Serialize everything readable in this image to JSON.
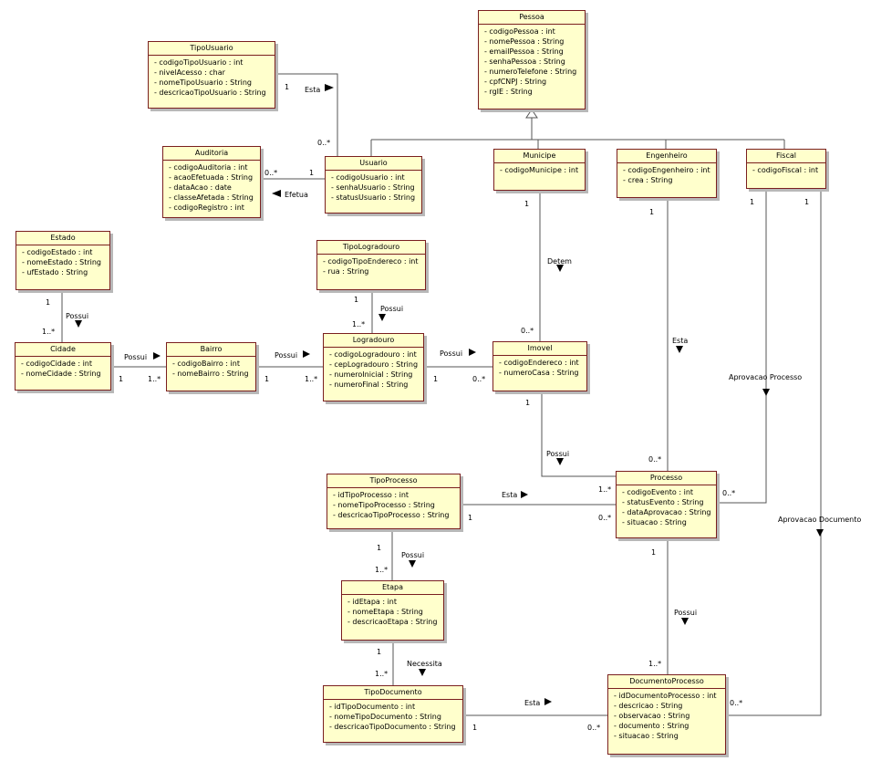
{
  "classes": {
    "pessoa": {
      "name": "Pessoa",
      "attrs": [
        "- codigoPessoa : int",
        "- nomePessoa : String",
        "- emailPessoa : String",
        "- senhaPessoa : String",
        "- numeroTelefone : String",
        "- cpfCNPJ : String",
        "- rgIE : String"
      ]
    },
    "tipoUsuario": {
      "name": "TipoUsuario",
      "attrs": [
        "- codigoTipoUsuario : int",
        "- nivelAcesso : char",
        "- nomeTipoUsuario : String",
        "- descricaoTipoUsuario : String"
      ]
    },
    "auditoria": {
      "name": "Auditoria",
      "attrs": [
        "- codigoAuditoria : int",
        "- acaoEfetuada : String",
        "- dataAcao : date",
        "- classeAfetada : String",
        "- codigoRegistro : int"
      ]
    },
    "usuario": {
      "name": "Usuario",
      "attrs": [
        "- codigoUsuario : int",
        "- senhaUsuario : String",
        "- statusUsuario : String"
      ]
    },
    "municipe": {
      "name": "Municipe",
      "attrs": [
        "- codigoMunicipe : int"
      ]
    },
    "engenheiro": {
      "name": "Engenheiro",
      "attrs": [
        "- codigoEngenheiro : int",
        "- crea : String"
      ]
    },
    "fiscal": {
      "name": "Fiscal",
      "attrs": [
        "- codigoFiscal : int"
      ]
    },
    "estado": {
      "name": "Estado",
      "attrs": [
        "- codigoEstado : int",
        "- nomeEstado : String",
        "- ufEstado : String"
      ]
    },
    "tipoLogradouro": {
      "name": "TipoLogradouro",
      "attrs": [
        "- codigoTipoEndereco : int",
        "- rua : String"
      ]
    },
    "cidade": {
      "name": "Cidade",
      "attrs": [
        "- codigoCidade : int",
        "- nomeCidade : String"
      ]
    },
    "bairro": {
      "name": "Bairro",
      "attrs": [
        "- codigoBairro : int",
        "- nomeBairro : String"
      ]
    },
    "logradouro": {
      "name": "Logradouro",
      "attrs": [
        "- codigoLogradouro : int",
        "- cepLogradouro : String",
        "- numeroInicial : String",
        "- numeroFinal : String"
      ]
    },
    "imovel": {
      "name": "Imovel",
      "attrs": [
        "- codigoEndereco : int",
        "- numeroCasa : String"
      ]
    },
    "tipoProcesso": {
      "name": "TipoProcesso",
      "attrs": [
        "- idTipoProcesso : int",
        "- nomeTipoProcesso : String",
        "- descricaoTipoProcesso : String"
      ]
    },
    "processo": {
      "name": "Processo",
      "attrs": [
        "- codigoEvento : int",
        "- statusEvento : String",
        "- dataAprovacao : String",
        "- situacao : String"
      ]
    },
    "etapa": {
      "name": "Etapa",
      "attrs": [
        "- idEtapa : int",
        "- nomeEtapa : String",
        "- descricaoEtapa : String"
      ]
    },
    "tipoDocumento": {
      "name": "TipoDocumento",
      "attrs": [
        "- idTipoDocumento : int",
        "- nomeTipoDocumento : String",
        "- descricaoTipoDocumento : String"
      ]
    },
    "documentoProcesso": {
      "name": "DocumentoProcesso",
      "attrs": [
        "- idDocumentoProcesso : int",
        "- descricao : String",
        "- observacao : String",
        "- documento : String",
        "- situacao : String"
      ]
    }
  },
  "associations": {
    "tipoUsuario_usuario": {
      "label": "Esta",
      "mult_a": "1",
      "mult_b": "0..*"
    },
    "auditoria_usuario": {
      "label": "Efetua",
      "mult_a": "0..*",
      "mult_b": "1"
    },
    "estado_cidade": {
      "label": "Possui",
      "mult_a": "1",
      "mult_b": "1..*"
    },
    "cidade_bairro": {
      "label": "Possui",
      "mult_a": "1",
      "mult_b": "1..*"
    },
    "bairro_logradouro": {
      "label": "Possui",
      "mult_a": "1",
      "mult_b": "1..*"
    },
    "tipoLogradouro_logradouro": {
      "label": "Possui",
      "mult_a": "1",
      "mult_b": "1..*"
    },
    "logradouro_imovel": {
      "label": "Possui",
      "mult_a": "1",
      "mult_b": "0..*"
    },
    "municipe_imovel": {
      "label": "Detem",
      "mult_a": "1",
      "mult_b": "0..*"
    },
    "imovel_processo": {
      "label": "Possui",
      "mult_a": "1",
      "mult_b": "1..*"
    },
    "engenheiro_processo": {
      "label": "Esta",
      "mult_a": "1",
      "mult_b": "0..*"
    },
    "fiscal_processo": {
      "label": "Aprovacao Processo",
      "mult_a": "1",
      "mult_b": "0..*"
    },
    "fiscal_documento": {
      "label": "Aprovacao Documento",
      "mult_a": "1",
      "mult_b": "0..*"
    },
    "tipoProcesso_processo": {
      "label": "Esta",
      "mult_a": "1",
      "mult_b": "0..*"
    },
    "tipoProcesso_etapa": {
      "label": "Possui",
      "mult_a": "1",
      "mult_b": "1..*"
    },
    "etapa_tipoDocumento": {
      "label": "Necessita",
      "mult_a": "1",
      "mult_b": "1..*"
    },
    "processo_documento": {
      "label": "Possui",
      "mult_a": "1",
      "mult_b": "1..*"
    },
    "tipoDocumento_documento": {
      "label": "Esta",
      "mult_a": "1",
      "mult_b": "0..*"
    }
  }
}
